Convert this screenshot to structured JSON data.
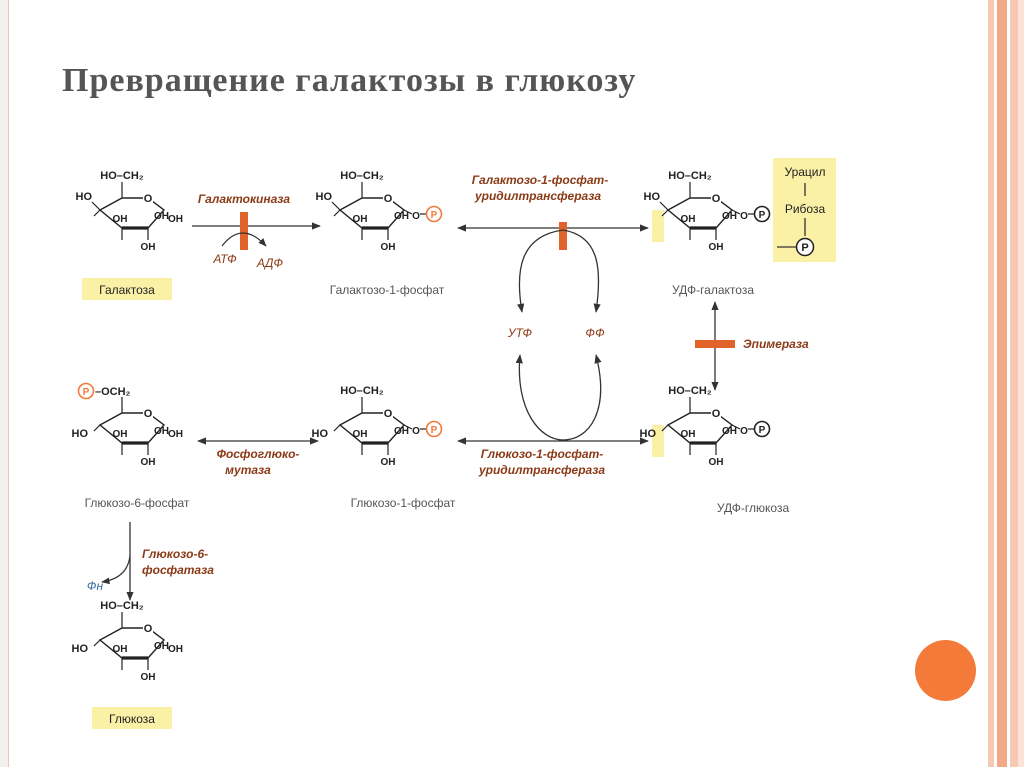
{
  "slide": {
    "title": "Превращение галактозы в глюкозу",
    "accent_color": "#f47a3a",
    "stripe_colors": [
      "#f7c9b4",
      "#ffffff",
      "#f4a986",
      "#ffffff",
      "#f7c9b4",
      "#fbe3d7"
    ]
  },
  "diagram": {
    "colors": {
      "enzyme": "#e0642a",
      "enzyme_text": "#8b3a16",
      "highlight": "#faf0a6",
      "text": "#222222",
      "label": "#555555",
      "arrow": "#333333"
    },
    "ring_labels": {
      "ho": "HO",
      "oh": "OH",
      "o": "O",
      "ch2": "HO–CH₂",
      "och2": "–OCH₂",
      "phosphate": "P"
    },
    "compounds": {
      "galactose": "Галактоза",
      "gal1p": "Галактозо-1-фосфат",
      "udpgal": "УДФ-галактоза",
      "glc6p": "Глюкозо-6-фосфат",
      "glc1p": "Глюкозо-1-фосфат",
      "udpglc": "УДФ-глюкоза",
      "glucose": "Глюкоза"
    },
    "enzymes": {
      "galactokinase": "Галактокиназа",
      "uridyltransferase_1": "Галактозо-1-фосфат-",
      "uridyltransferase_2": "уридилтрансфераза",
      "epimerase": "Эпимераза",
      "phosphoglucomutase_1": "Фосфоглюко-",
      "phosphoglucomutase_2": "мутаза",
      "glc1p_uridyltransferase_1": "Глюкозо-1-фосфат-",
      "glc1p_uridyltransferase_2": "уридилтрансфераза",
      "phosphatase_1": "Глюкозо-6-",
      "phosphatase_2": "фосфатаза"
    },
    "cofactors": {
      "atp": "АТФ",
      "adp": "АДФ",
      "utp": "УТФ",
      "pp": "ФФ",
      "pi": "Фн"
    },
    "udp": {
      "uracil": "Урацил",
      "ribose": "Рибоза"
    }
  }
}
